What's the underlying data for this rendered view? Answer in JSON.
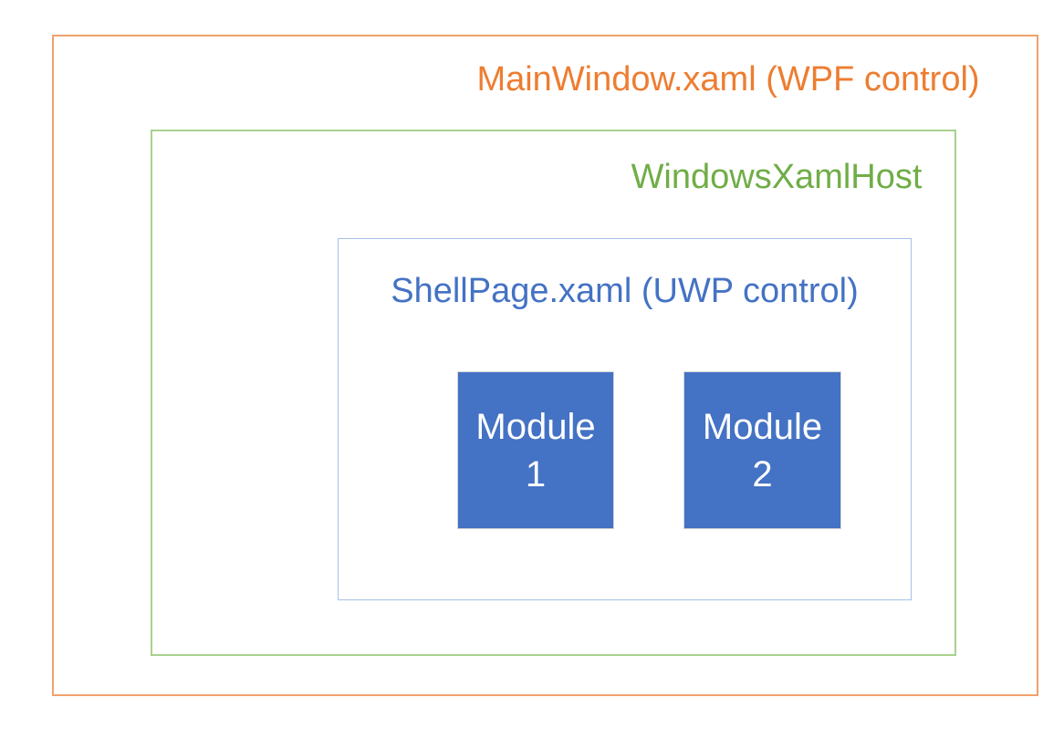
{
  "diagram": {
    "mainwindow": {
      "label": "MainWindow.xaml (WPF control)"
    },
    "xamlhost": {
      "label": "WindowsXamlHost"
    },
    "shellpage": {
      "label": "ShellPage.xaml (UWP control)"
    },
    "modules": [
      {
        "label": "Module 1"
      },
      {
        "label": "Module 2"
      }
    ]
  },
  "colors": {
    "orange_text": "#ED7D31",
    "orange_border": "#F2A16C",
    "green_text": "#70AD47",
    "green_border": "#A9D18E",
    "blue_text": "#4472C4",
    "blue_border": "#A6C1E3",
    "module_fill": "#4472C4",
    "module_border": "#D6D6D6",
    "module_text": "#FFFFFF",
    "background": "#FFFFFF"
  }
}
